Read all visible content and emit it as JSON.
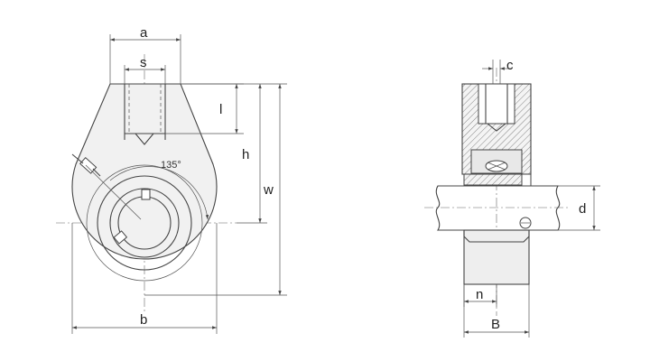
{
  "front_view": {
    "labels": {
      "a": "a",
      "s": "s",
      "l": "l",
      "h": "h",
      "w": "w",
      "b": "b",
      "angle": "135°"
    }
  },
  "side_view": {
    "labels": {
      "c": "c",
      "d": "d",
      "n": "n",
      "B": "B"
    }
  }
}
